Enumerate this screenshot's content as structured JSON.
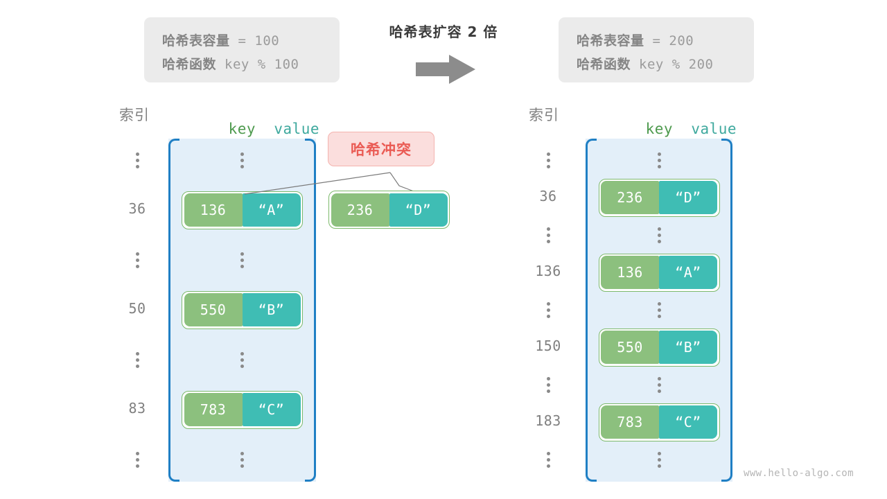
{
  "transition": {
    "title": "哈希表扩容 2 倍",
    "arrow_icon": "right-arrow-icon"
  },
  "info_left": {
    "capacity_label": "哈希表容量",
    "capacity_expr": "= 100",
    "function_label": "哈希函数",
    "function_expr": "key % 100"
  },
  "info_right": {
    "capacity_label": "哈希表容量",
    "capacity_expr": "= 200",
    "function_label": "哈希函数",
    "function_expr": "key % 200"
  },
  "headers": {
    "index": "索引",
    "key": "key",
    "value": "value"
  },
  "collision": {
    "badge_label": "哈希冲突",
    "entry": {
      "key": "236",
      "value": "“D”"
    }
  },
  "left_table": {
    "rows": [
      {
        "index": "⋮",
        "type": "dots"
      },
      {
        "index": "36",
        "type": "entry",
        "key": "136",
        "value": "“A”"
      },
      {
        "index": "⋮",
        "type": "dots"
      },
      {
        "index": "50",
        "type": "entry",
        "key": "550",
        "value": "“B”"
      },
      {
        "index": "⋮",
        "type": "dots"
      },
      {
        "index": "83",
        "type": "entry",
        "key": "783",
        "value": "“C”"
      },
      {
        "index": "⋮",
        "type": "dots"
      }
    ]
  },
  "right_table": {
    "rows": [
      {
        "index": "⋮",
        "type": "dots"
      },
      {
        "index": "36",
        "type": "entry",
        "key": "236",
        "value": "“D”"
      },
      {
        "index": "⋮",
        "type": "dots"
      },
      {
        "index": "136",
        "type": "entry",
        "key": "136",
        "value": "“A”"
      },
      {
        "index": "⋮",
        "type": "dots"
      },
      {
        "index": "150",
        "type": "entry",
        "key": "550",
        "value": "“B”"
      },
      {
        "index": "⋮",
        "type": "dots"
      },
      {
        "index": "183",
        "type": "entry",
        "key": "783",
        "value": "“C”"
      },
      {
        "index": "⋮",
        "type": "dots"
      }
    ]
  },
  "watermark": "www.hello-algo.com",
  "colors": {
    "key_cell": "#8cc07e",
    "value_cell": "#3fbdb4",
    "entry_border": "#7cb96b",
    "table_fill": "#e3eff9",
    "bracket": "#1f7fc4",
    "badge_fill": "#fbdedd",
    "badge_border": "#f4b3ae",
    "badge_text": "#ea5b54",
    "info_fill": "#ebebeb",
    "arrow": "#8c8c8c"
  }
}
